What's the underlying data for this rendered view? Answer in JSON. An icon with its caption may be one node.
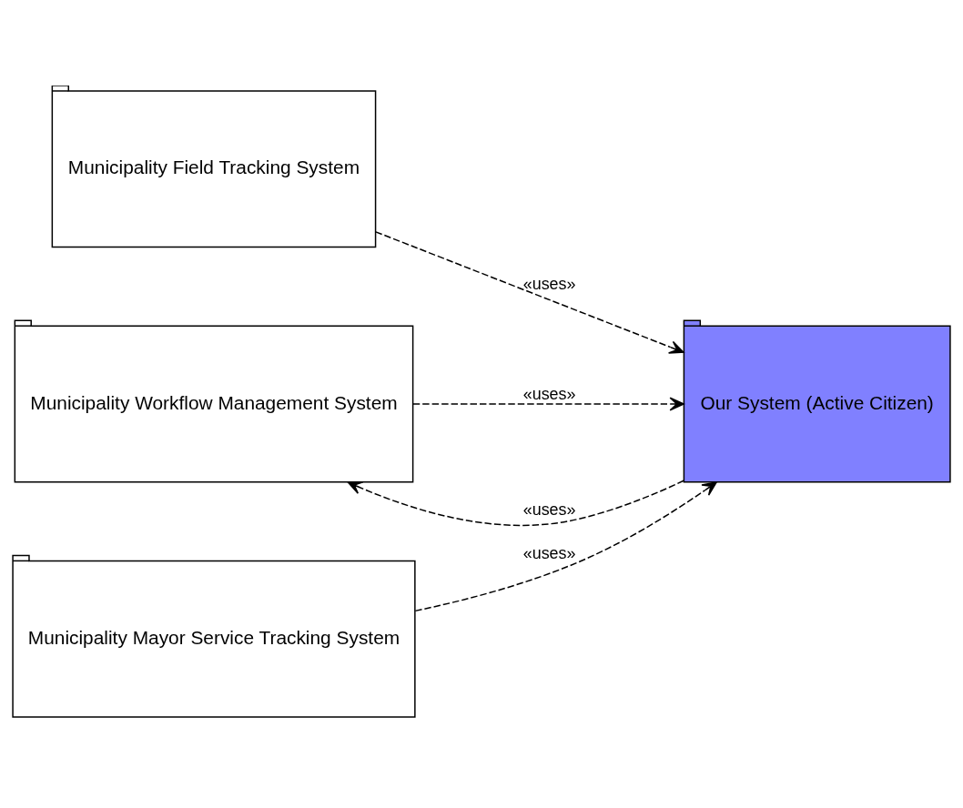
{
  "diagram": {
    "nodes": [
      {
        "text": [
          "Municipality Field Tracking System"
        ]
      },
      {
        "text": [
          "Municipality Workflow Management System"
        ]
      },
      {
        "text": [
          "Municipality Mayor Service Tracking System"
        ]
      },
      {
        "text": [
          "Our System (Active Citizen)"
        ]
      }
    ],
    "edges": [
      {
        "from": 0,
        "to": 3,
        "arrow": "to",
        "label": "«uses»",
        "style": "dashed"
      },
      {
        "from": 3,
        "to": 1,
        "arrow": "to",
        "label": "«uses»",
        "style": "dashed"
      },
      {
        "from": 1,
        "to": 3,
        "arrow": "to",
        "label": "«uses»",
        "style": "dashed"
      },
      {
        "from": 2,
        "to": 3,
        "arrow": "to",
        "label": "«uses»",
        "style": "dashed"
      }
    ]
  }
}
